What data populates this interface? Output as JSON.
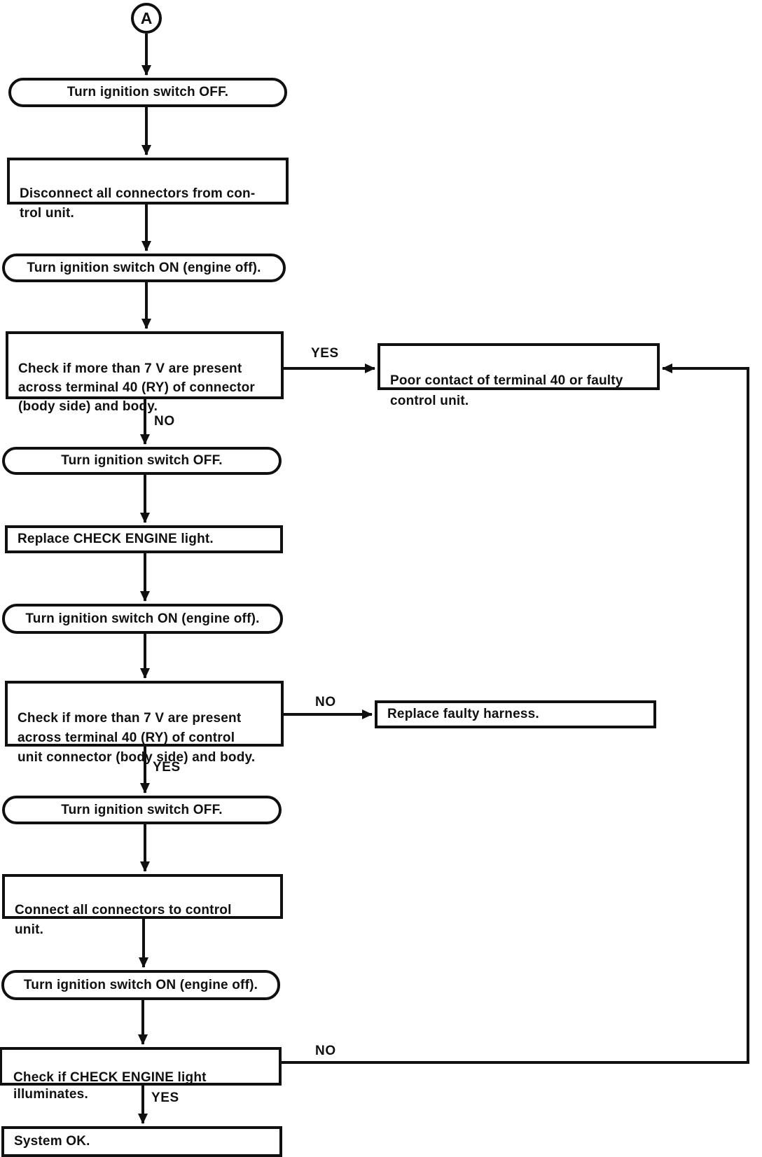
{
  "diagram": {
    "connector": {
      "label": "A"
    },
    "nodes": {
      "turn_off_1": "Turn ignition switch OFF.",
      "disconnect": "Disconnect all connectors from con-\ntrol unit.",
      "turn_on_1": "Turn ignition switch ON (engine off).",
      "check_7v_connector": "Check if more than 7 V are present\nacross terminal 40 (RY) of connector\n(body side) and body.",
      "poor_contact": "Poor contact of terminal 40 or faulty\ncontrol unit.",
      "turn_off_2": "Turn ignition switch OFF.",
      "replace_light": "Replace CHECK ENGINE light.",
      "turn_on_2": "Turn ignition switch ON (engine off).",
      "check_7v_control": "Check if more than 7 V are present\nacross terminal 40 (RY) of control\nunit connector (body side) and body.",
      "replace_harness": "Replace faulty harness.",
      "turn_off_3": "Turn ignition switch OFF.",
      "connect": "Connect all connectors to control\nunit.",
      "turn_on_3": "Turn ignition switch ON (engine off).",
      "check_light": "Check if CHECK ENGINE light\nilluminates.",
      "system_ok": "System OK."
    },
    "branch_labels": {
      "yes1": "YES",
      "no1": "NO",
      "no2": "NO",
      "yes2": "YES",
      "no3": "NO",
      "yes3": "YES"
    },
    "colors": {
      "ink": "#101010",
      "paper": "#ffffff"
    }
  }
}
